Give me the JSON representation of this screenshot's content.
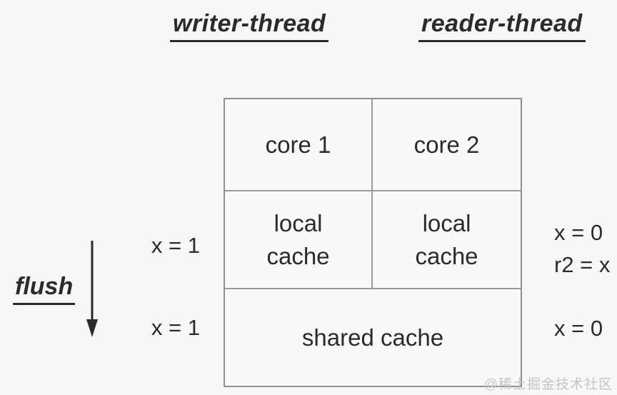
{
  "colors": {
    "background": "#f7f7f8",
    "text": "#2b2b2b",
    "table_border": "#8f8f8f",
    "inner_border": "#9a9a9a",
    "watermark": "#c6c6c8"
  },
  "headers": {
    "writer_thread": "writer-thread",
    "reader_thread": "reader-thread"
  },
  "table": {
    "core1": "core 1",
    "core2": "core 2",
    "local_cache_left": "local cache",
    "local_cache_right": "local cache",
    "shared_cache": "shared cache"
  },
  "annotations": {
    "flush_label": "flush",
    "writer_local_value": "x = 1",
    "writer_shared_value": "x = 1",
    "reader_local_value_line1": "x = 0",
    "reader_local_value_line2": "r2 = x",
    "reader_shared_value": "x = 0"
  },
  "watermark": "@稀土掘金技术社区"
}
